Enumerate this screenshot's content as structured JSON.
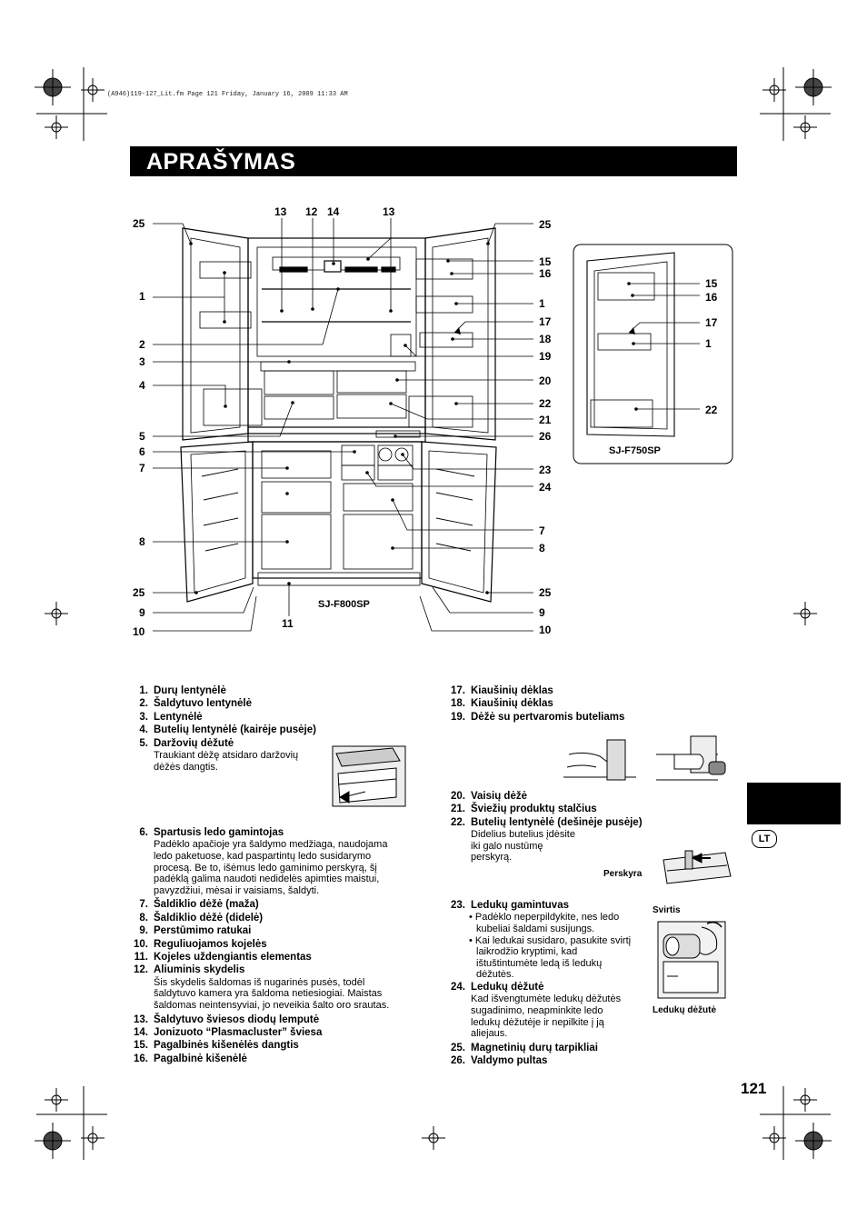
{
  "header_line": "(A946)119-127_Lit.fm  Page 121  Friday, January 16, 2009  11:33 AM",
  "title": "APRAŠYMAS",
  "lang_badge": "LT",
  "page_number": "121",
  "diagram": {
    "model_main": "SJ-F800SP",
    "model_side": "SJ-F750SP",
    "callouts_left": [
      "25",
      "1",
      "2",
      "3",
      "4",
      "5",
      "6",
      "7",
      "8",
      "25",
      "9",
      "10"
    ],
    "callouts_top": [
      "13",
      "12",
      "14",
      "13"
    ],
    "callouts_right": [
      "25",
      "15",
      "16",
      "1",
      "17",
      "18",
      "19",
      "20",
      "22",
      "21",
      "26",
      "23",
      "24",
      "7",
      "8",
      "25",
      "9",
      "10"
    ],
    "callout_bottom": "11",
    "side_callouts": [
      "15",
      "16",
      "17",
      "1",
      "22"
    ]
  },
  "list_left": [
    {
      "n": "1.",
      "t": "Durų lentynėlė"
    },
    {
      "n": "2.",
      "t": "Šaldytuvo lentynėlė"
    },
    {
      "n": "3.",
      "t": "Lentynėlė"
    },
    {
      "n": "4.",
      "t": "Butelių lentynėlė (kairėje pusėje)"
    },
    {
      "n": "5.",
      "t": "Daržovių dėžutė"
    },
    {
      "d": "Traukiant dėžę atsidaro daržovių\ndėžės dangtis."
    },
    {
      "n": "6.",
      "t": "Spartusis ledo gamintojas"
    },
    {
      "d": "Padėklo apačioje yra šaldymo medžiaga, naudojama\nledo paketuose, kad paspartintų ledo susidarymo\nprocesą. Be to, išėmus ledo gaminimo perskyrą, šį\npadėklą galima naudoti nedidelės apimties maistui,\npavyzdžiui, mėsai ir vaisiams, šaldyti."
    },
    {
      "n": "7.",
      "t": "Šaldiklio dėžė (maža)"
    },
    {
      "n": "8.",
      "t": "Šaldiklio dėžė (didelė)"
    },
    {
      "n": "9.",
      "t": "Perstūmimo ratukai"
    },
    {
      "n": "10.",
      "t": "Reguliuojamos kojelės"
    },
    {
      "n": "11.",
      "t": "Kojeles uždengiantis elementas"
    },
    {
      "n": "12.",
      "t": "Aliuminis skydelis"
    },
    {
      "d": "Šis skydelis šaldomas iš nugarinės pusės, todėl\nšaldytuvo kamera yra šaldoma netiesiogiai. Maistas\nšaldomas neintensyviai, jo neveikia šalto oro srautas."
    },
    {
      "n": "13.",
      "t": "Šaldytuvo šviesos diodų lemputė"
    },
    {
      "n": "14.",
      "t": "Jonizuoto “Plasmacluster” šviesa"
    },
    {
      "n": "15.",
      "t": "Pagalbinės kišenėlės dangtis"
    },
    {
      "n": "16.",
      "t": "Pagalbinė kišenėlė"
    }
  ],
  "list_right_a": [
    {
      "n": "17.",
      "t": "Kiaušinių dėklas"
    },
    {
      "n": "18.",
      "t": "Kiaušinių dėklas"
    },
    {
      "n": "19.",
      "t": "Dėžė su pertvaromis buteliams"
    }
  ],
  "list_right_b": [
    {
      "n": "20.",
      "t": "Vaisių dėžė"
    },
    {
      "n": "21.",
      "t": "Šviežių produktų stalčius"
    },
    {
      "n": "22.",
      "t": "Butelių lentynėlė (dešinėje pusėje)"
    },
    {
      "d": "Didelius butelius įdėsite\niki galo nustūmę\nperskyrą."
    }
  ],
  "list_right_c": [
    {
      "n": "23.",
      "t": "Ledukų gamintuvas"
    },
    {
      "b": "• Padėklo neperpildykite, nes ledo\nkubeliai šaldami susijungs."
    },
    {
      "b": "• Kai ledukai susidaro, pasukite svirtį\nlaikrodžio kryptimi, kad\ništuštintumėte ledą iš ledukų\ndėžutės."
    },
    {
      "n": "24.",
      "t": "Ledukų dėžutė"
    },
    {
      "d": "Kad išvengtumėte ledukų dėžutės\nsugadinimo, neapminkite ledo\nledukų dėžutėje ir nepilkite į ją\naliejaus."
    },
    {
      "n": "25.",
      "t": "Magnetinių durų tarpikliai"
    },
    {
      "n": "26.",
      "t": "Valdymo pultas"
    }
  ],
  "captions": {
    "perskyra": "Perskyra",
    "svirtis": "Svirtis",
    "ledu_dezute": "Ledukų dėžutė"
  }
}
